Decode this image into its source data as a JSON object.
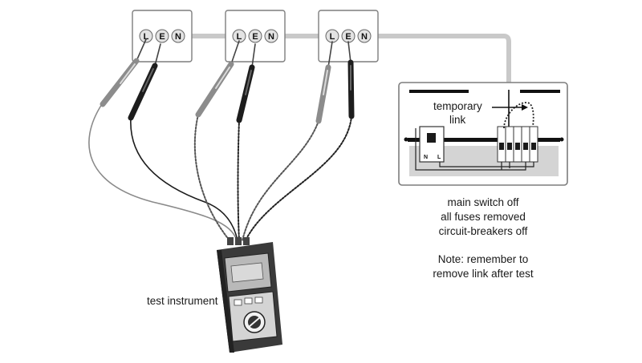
{
  "sockets": [
    {
      "terminals": [
        "L",
        "E",
        "N"
      ]
    },
    {
      "terminals": [
        "L",
        "E",
        "N"
      ]
    },
    {
      "terminals": [
        "L",
        "E",
        "N"
      ]
    }
  ],
  "consumer_unit": {
    "temporary_link_label": [
      "temporary",
      "link"
    ],
    "main_switch_labels": [
      "N",
      "L"
    ]
  },
  "status_notes": [
    "main switch off",
    "all fuses removed",
    "circuit-breakers off"
  ],
  "reminder_note": [
    "Note: remember to",
    "remove link after test"
  ],
  "instrument_label": "test instrument"
}
